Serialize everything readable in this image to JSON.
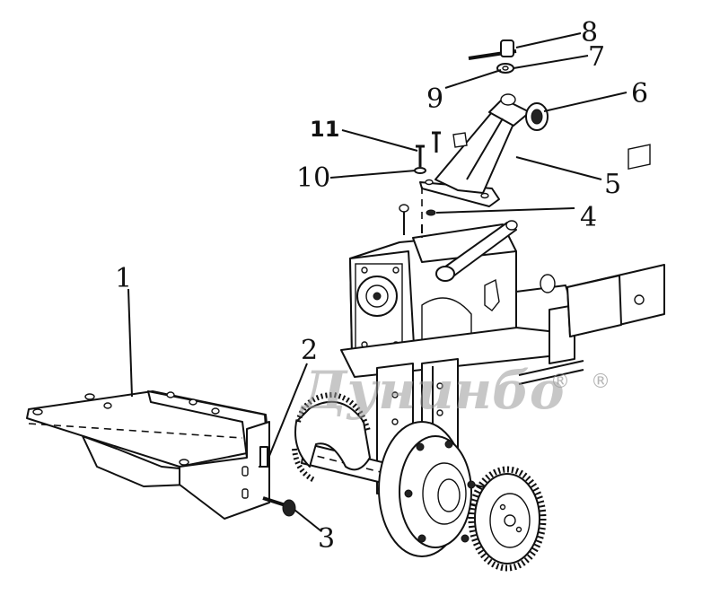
{
  "callouts": [
    "1",
    "2",
    "3",
    "4",
    "5",
    "6",
    "7",
    "8",
    "9",
    "10",
    "11"
  ],
  "watermark": {
    "text": "Дунинбо",
    "mark": "®"
  }
}
